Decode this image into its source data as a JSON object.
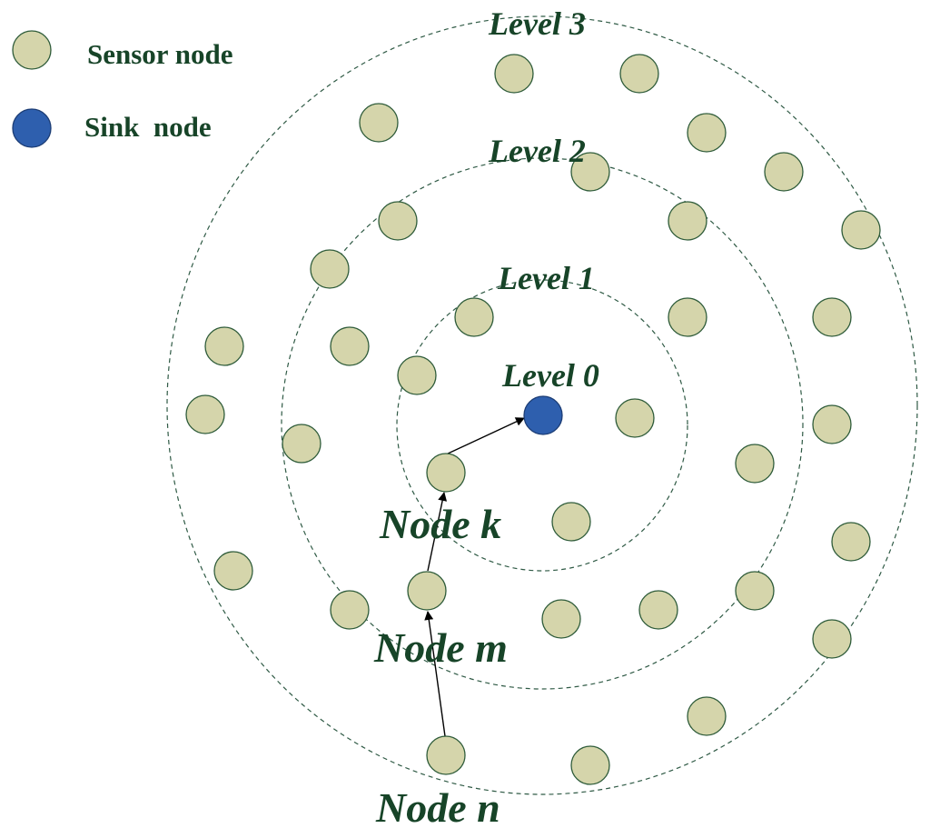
{
  "legend": {
    "sensor_label": "Sensor node",
    "sink_label": "Sink  node"
  },
  "levels": {
    "level0": "Level 0",
    "level1": "Level 1",
    "level2": "Level 2",
    "level3": "Level 3"
  },
  "path_nodes": {
    "node_k": "Node k",
    "node_m": "Node m",
    "node_n": "Node n"
  },
  "colors": {
    "sensor_fill": "#d5d5ab",
    "sink_fill": "#2e5fae",
    "text": "#174428"
  }
}
